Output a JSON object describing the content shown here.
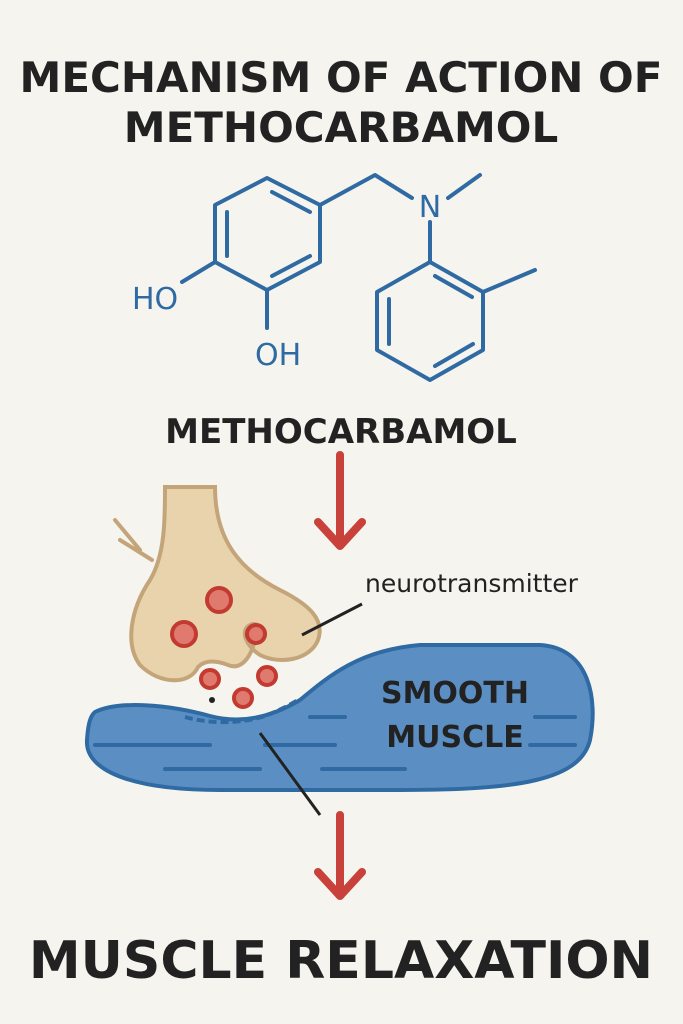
{
  "title_line1": "MECHANISM OF ACTION OF",
  "title_line2": "METHOCARBAMOL",
  "molecule": {
    "name": "METHOCARBAMOL",
    "atoms": {
      "n": "N",
      "ho": "HO",
      "oh": "OH"
    }
  },
  "labels": {
    "neurotransmitter": "neurotransmitter",
    "muscle_line1": "SMOOTH",
    "muscle_line2": "MUSCLE"
  },
  "outcome": "MUSCLE RELAXATION",
  "colors": {
    "molecule": "#2f6aa3",
    "arrow": "#c8413a",
    "neuron": "#e8d3ad",
    "muscle": "#5b8fc4"
  }
}
